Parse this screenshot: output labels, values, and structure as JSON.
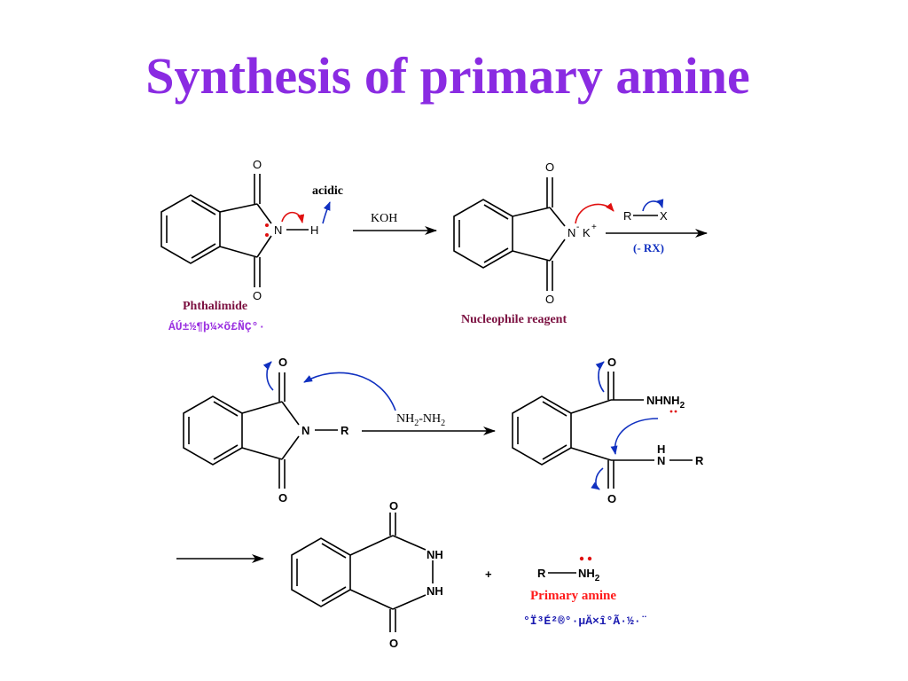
{
  "slide": {
    "title": "Synthesis of primary amine"
  },
  "atoms": {
    "O": "O",
    "N": "N",
    "H": "H",
    "NH": "NH",
    "R": "R",
    "X": "X",
    "K_plus": "K",
    "plus_sign": "+",
    "minus_sign": "-",
    "NH_label": "NH",
    "NH2_base": "NH",
    "NH2_sub": "2",
    "NHNH2_base": "NHNH",
    "NHNH2_sub": "2"
  },
  "step1": {
    "acidic_label": "acidic",
    "reagent": "KOH",
    "phthalimide_label": "Phthalimide",
    "phthalimide_garbled": "ÁÚ±½¶þ¼×õ£ÑÇ°·",
    "nucleophile_label": "Nucleophile reagent",
    "alkyl_halide_R": "R",
    "alkyl_halide_X": "X",
    "byproduct": "(- RX)"
  },
  "step2": {
    "reagent_base1": "NH",
    "reagent_sub1": "2",
    "reagent_mid": "-NH",
    "reagent_sub2": "2"
  },
  "step3": {
    "plus": "+",
    "primary_amine_label": "Primary amine",
    "primary_amine_garbled": "°Ï³É²®°·µÄ×î°Ã·½·¨"
  },
  "colors": {
    "title": "#8a2be2",
    "curved_arrow_red": "#e01010",
    "curved_arrow_blue": "#1030c0",
    "label_maroon": "#7b1040",
    "label_blue": "#1030c0",
    "label_red": "#ff1a1a",
    "garbled_purple": "#9a30e0",
    "garbled_blue": "#1a1ab0"
  }
}
